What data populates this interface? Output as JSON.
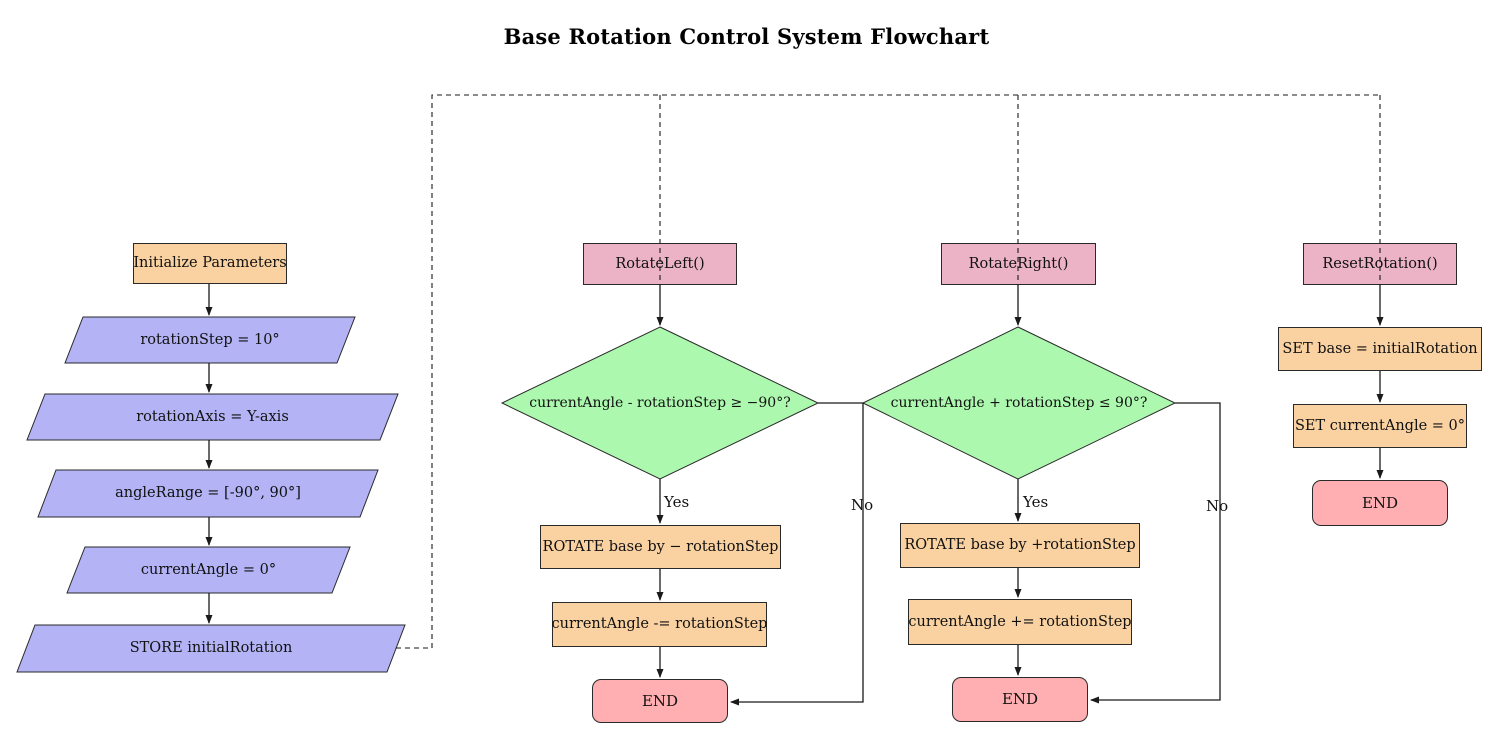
{
  "title": "Base Rotation Control System Flowchart",
  "colors": {
    "process": "#FAD2A2",
    "io": "#B3B3F5",
    "trigger": "#ECB3C7",
    "decision": "#ADF8AF",
    "terminal": "#FFAFB1",
    "line": "#1a1a1a"
  },
  "init_flow": {
    "start": "Initialize Parameters",
    "steps": [
      "rotationStep = 10°",
      "rotationAxis = Y-axis",
      "angleRange = [-90°, 90°]",
      "currentAngle = 0°",
      "STORE initialRotation"
    ]
  },
  "rotate_left": {
    "trigger": "RotateLeft()",
    "condition": "currentAngle - rotationStep ≥ −90°?",
    "yes_label": "Yes",
    "no_label": "No",
    "steps": [
      "ROTATE base by − rotationStep",
      "currentAngle -= rotationStep"
    ],
    "end_label": "END"
  },
  "rotate_right": {
    "trigger": "RotateRight()",
    "condition": "currentAngle + rotationStep ≤ 90°?",
    "yes_label": "Yes",
    "no_label": "No",
    "steps": [
      "ROTATE base by +rotationStep",
      "currentAngle += rotationStep"
    ],
    "end_label": "END"
  },
  "reset_flow": {
    "trigger": "ResetRotation()",
    "steps": [
      "SET base = initialRotation",
      "SET currentAngle = 0°"
    ],
    "end_label": "END"
  }
}
